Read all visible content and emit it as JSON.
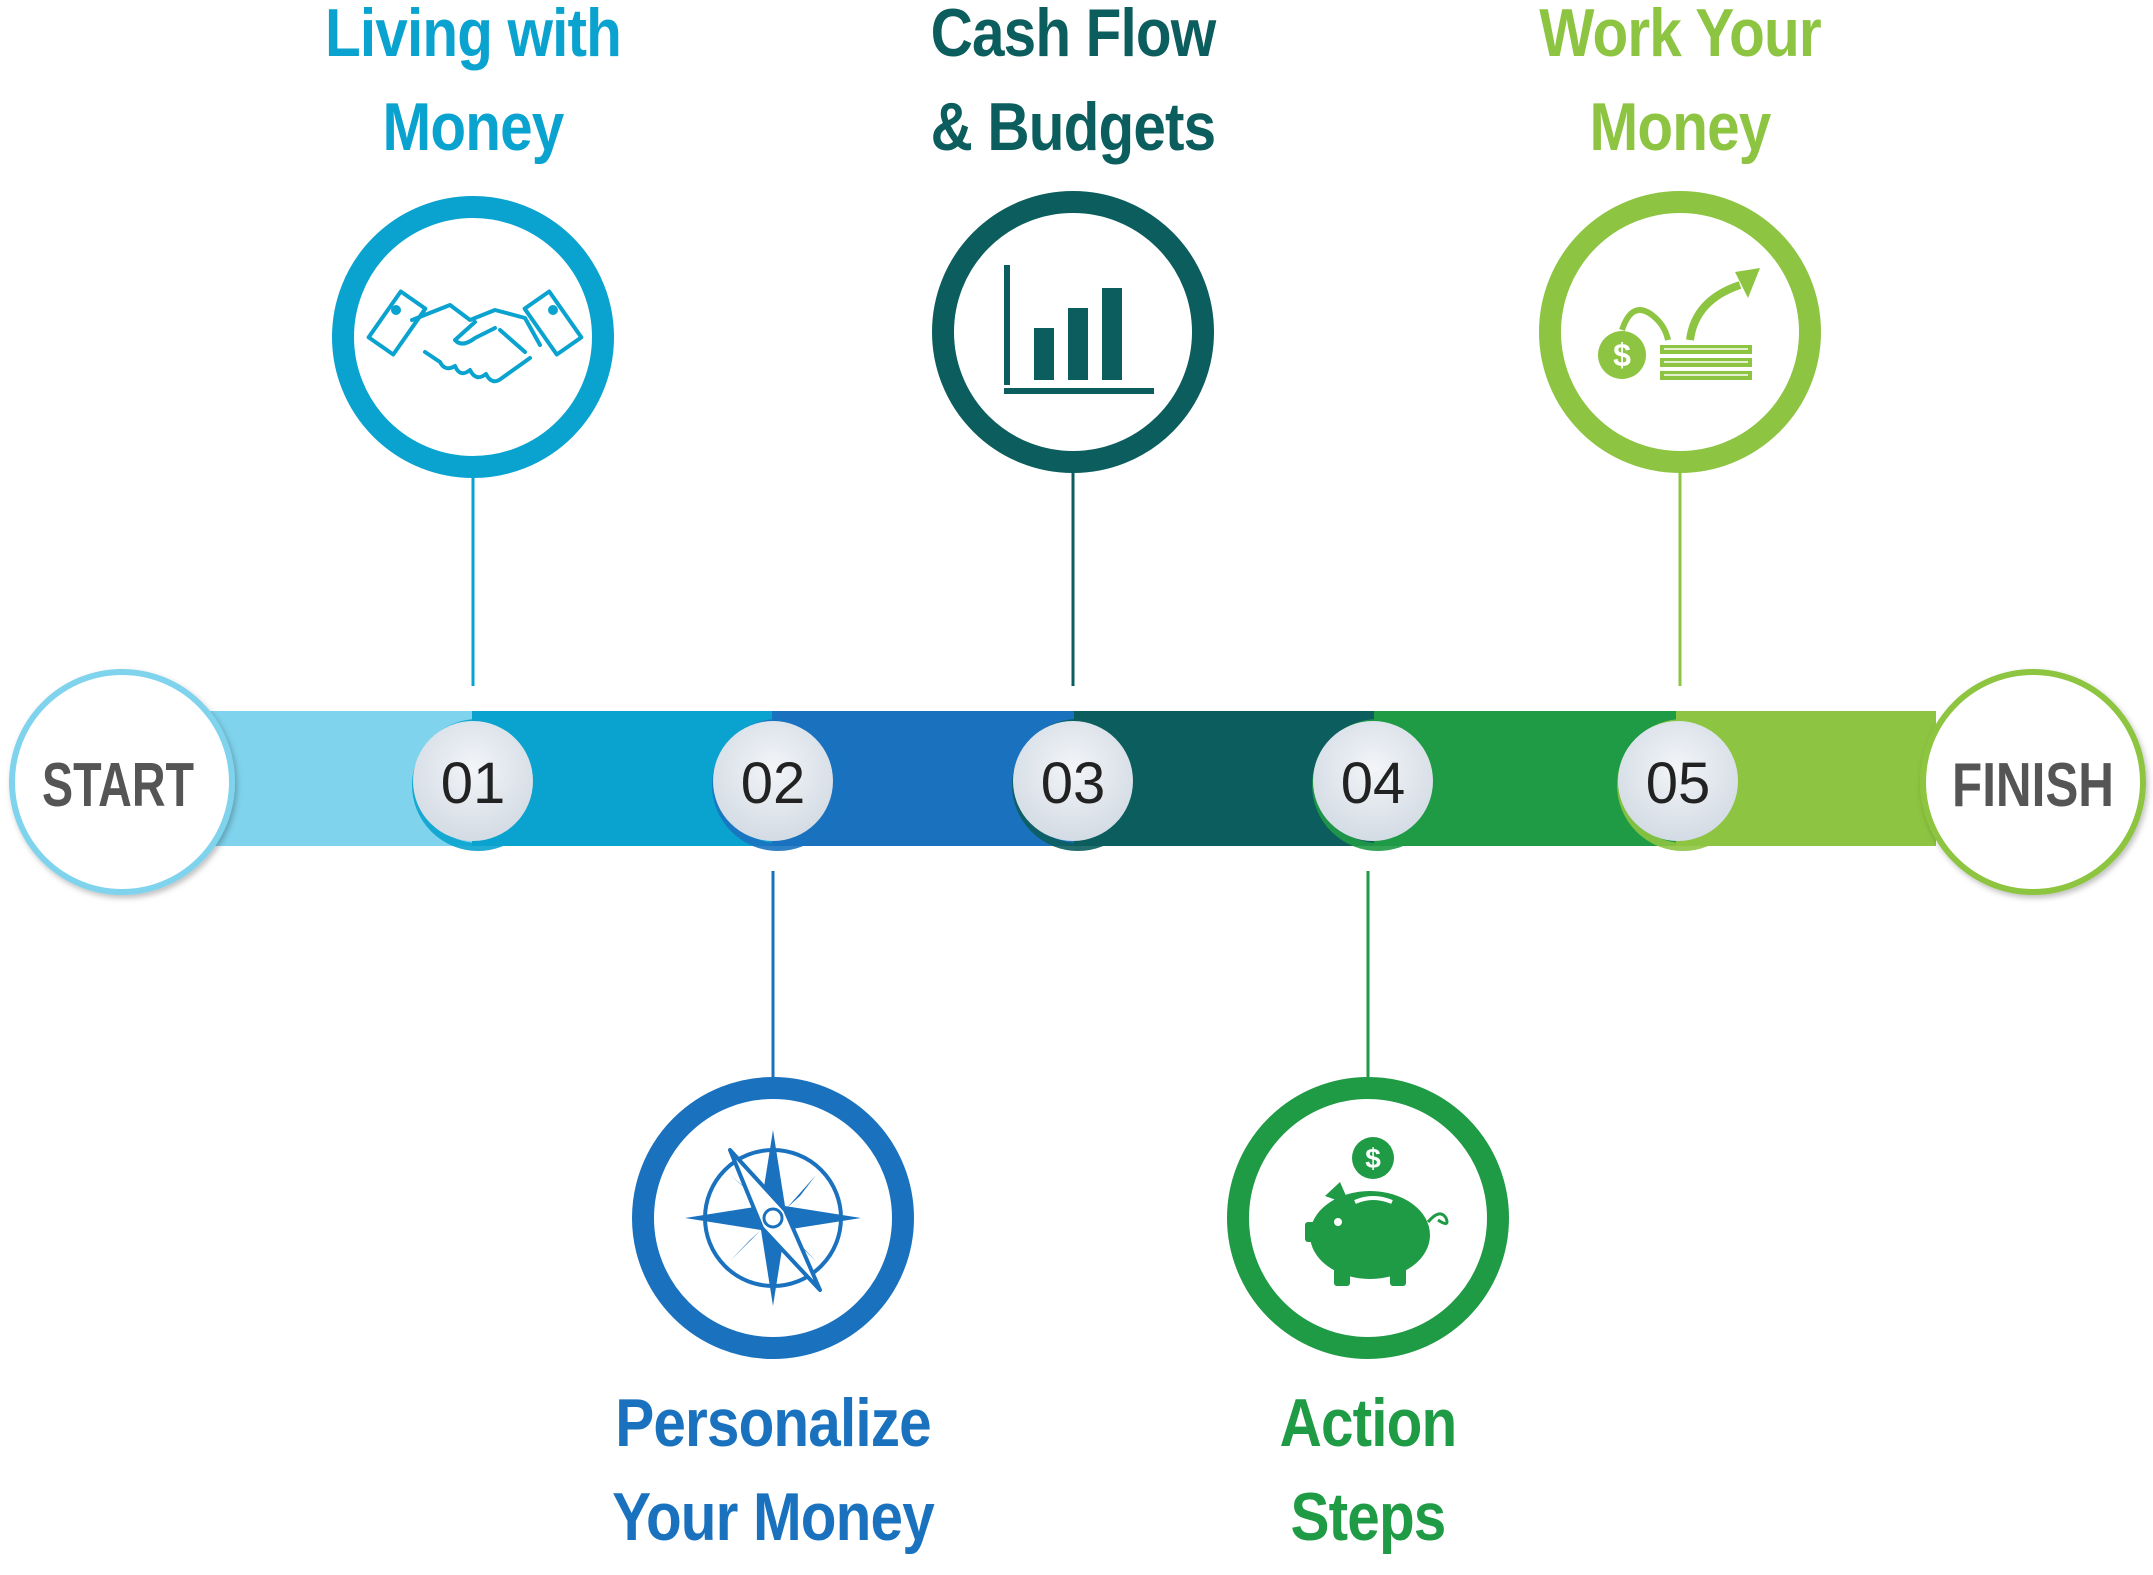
{
  "start_label": "START",
  "finish_label": "FINISH",
  "steps": [
    {
      "number": "01",
      "title_line1": "Living with",
      "title_line2": "Money",
      "icon": "handshake-icon",
      "color": "#0aa3cf"
    },
    {
      "number": "02",
      "title_line1": "Personalize",
      "title_line2": "Your Money",
      "icon": "compass-icon",
      "color": "#1a72bf"
    },
    {
      "number": "03",
      "title_line1": "Cash Flow",
      "title_line2": "& Budgets",
      "icon": "bar-chart-icon",
      "color": "#0c5d5d"
    },
    {
      "number": "04",
      "title_line1": "Action",
      "title_line2": "Steps",
      "icon": "piggy-bank-icon",
      "color": "#1f9a45"
    },
    {
      "number": "05",
      "title_line1": "Work Your",
      "title_line2": "Money",
      "icon": "money-growth-icon",
      "color": "#8dc441"
    }
  ],
  "colors": {
    "start": "#7fd3ec",
    "finish": "#8dc441",
    "end_text": "#555555",
    "number_badge": "#e4e9ee"
  }
}
